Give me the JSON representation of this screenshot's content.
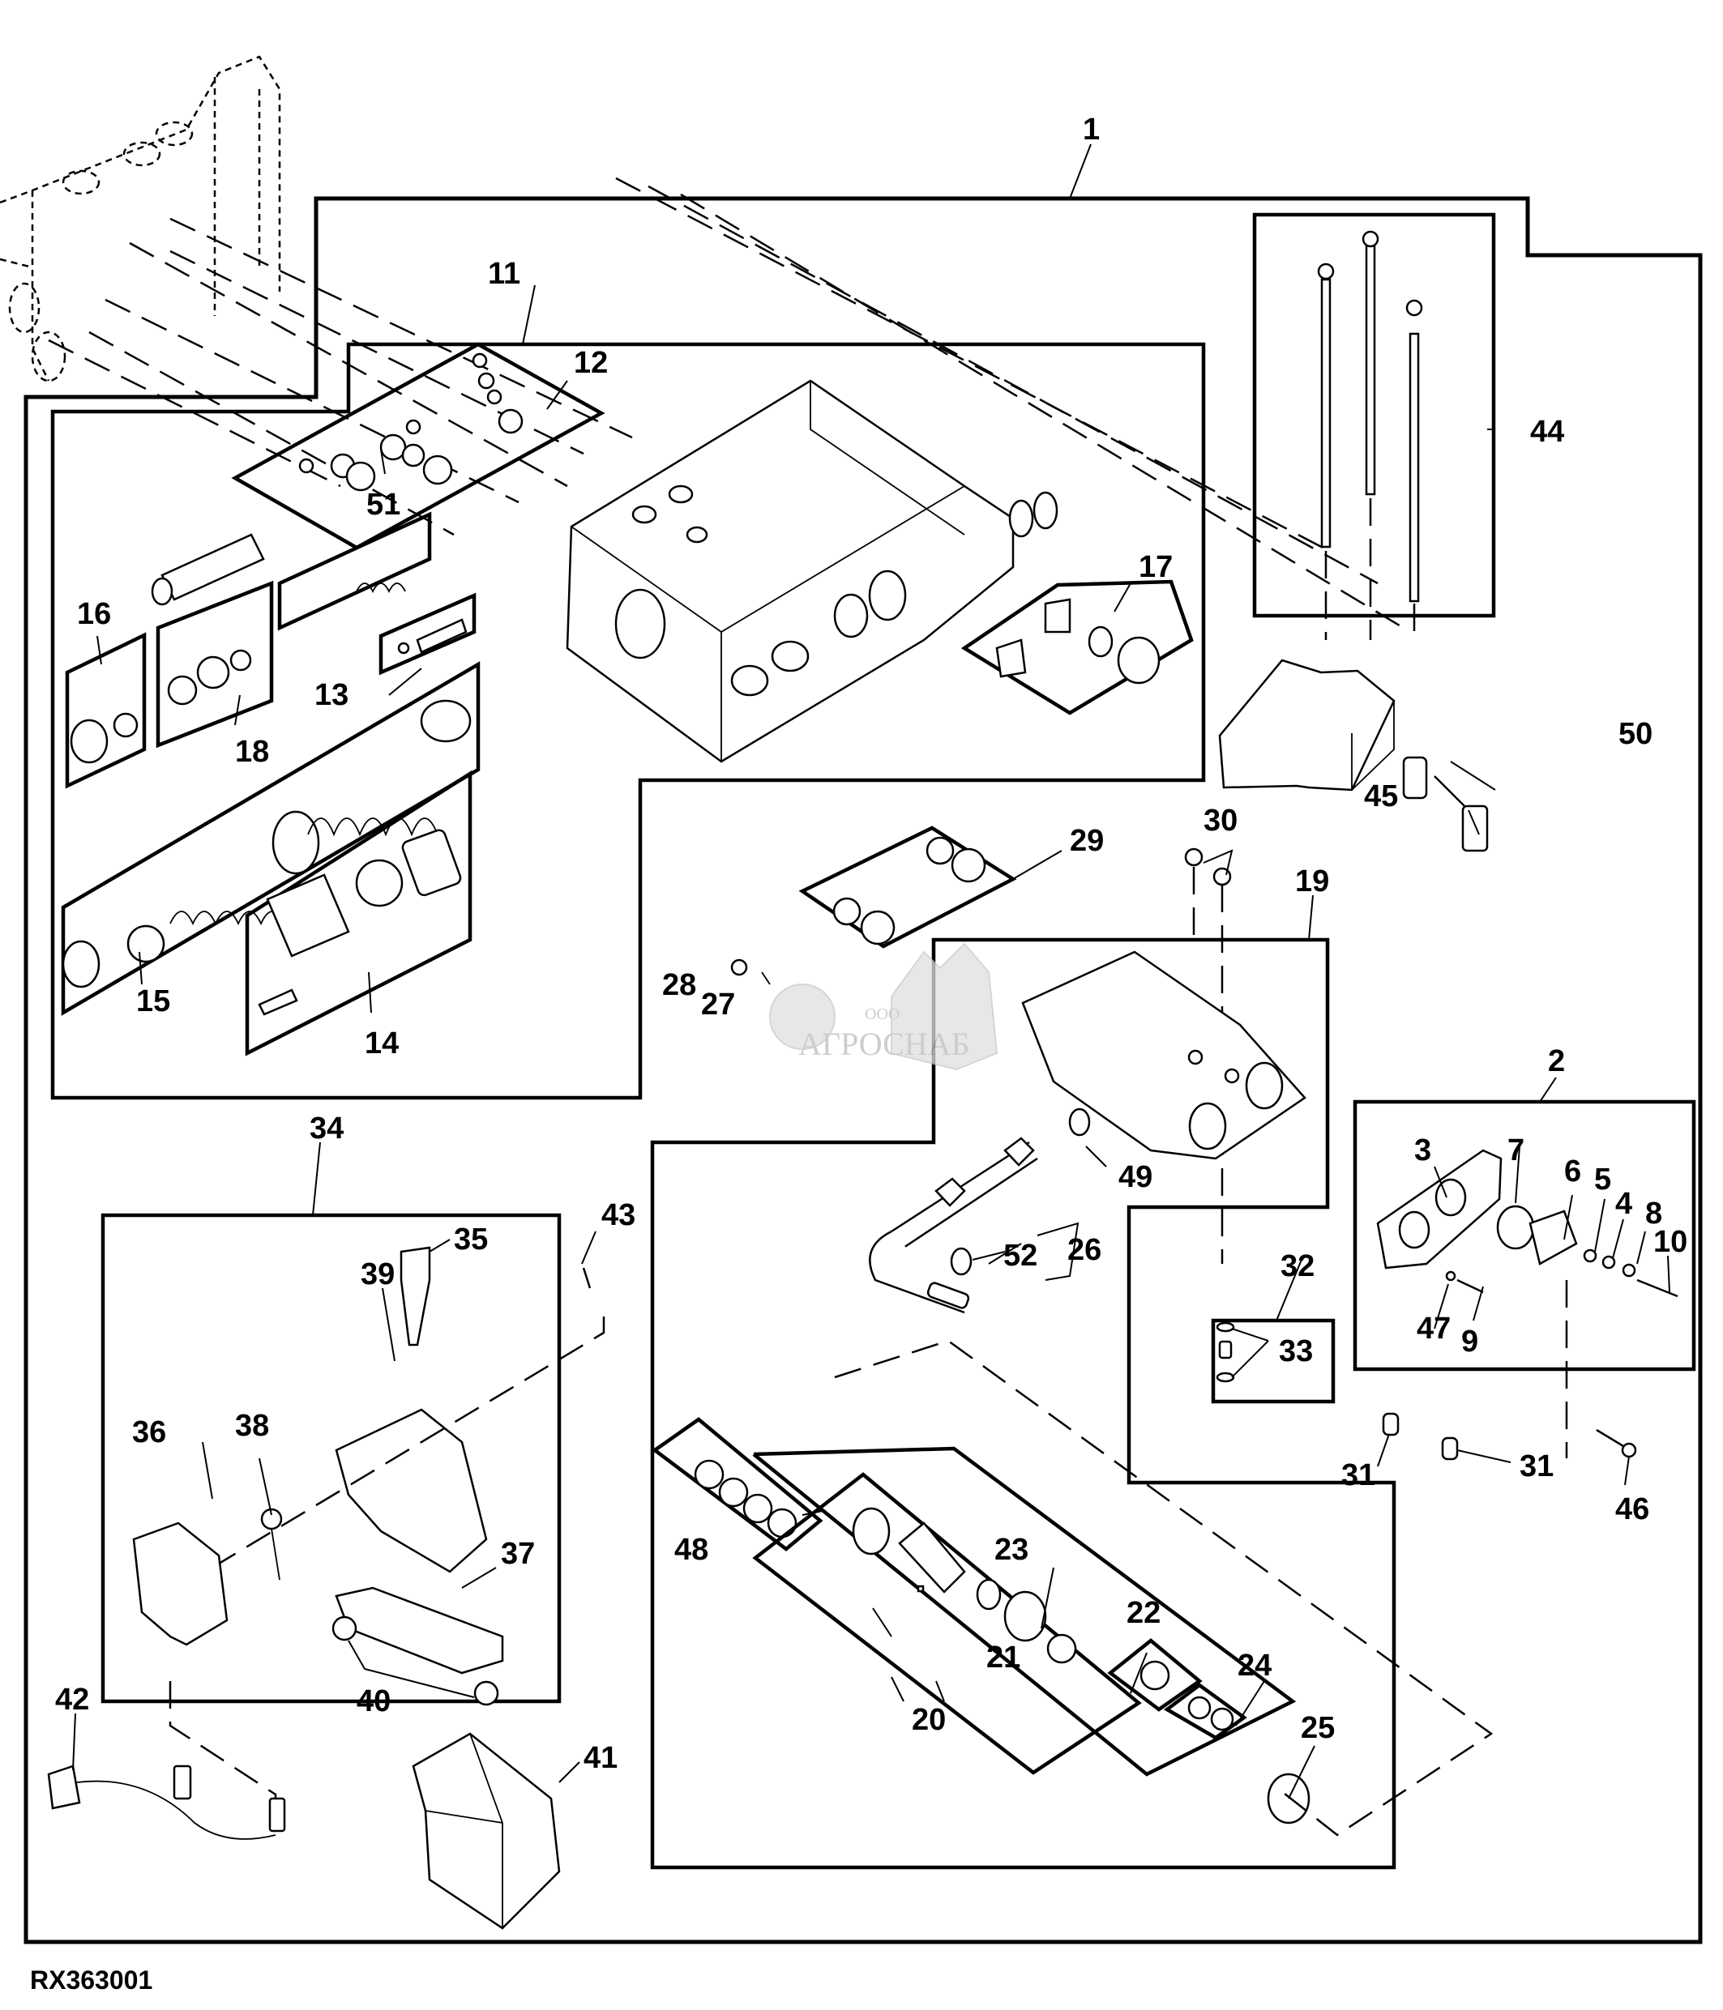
{
  "figure": {
    "id": "RX363001",
    "type": "exploded parts diagram",
    "subject": "hydraulic selective control valve assembly"
  },
  "watermark": {
    "prefix": "ООО",
    "name": "АГРОСНАБ"
  },
  "callouts": [
    {
      "num": "1"
    },
    {
      "num": "2"
    },
    {
      "num": "3"
    },
    {
      "num": "4"
    },
    {
      "num": "5"
    },
    {
      "num": "6"
    },
    {
      "num": "7"
    },
    {
      "num": "8"
    },
    {
      "num": "9"
    },
    {
      "num": "10"
    },
    {
      "num": "11"
    },
    {
      "num": "12"
    },
    {
      "num": "13"
    },
    {
      "num": "14"
    },
    {
      "num": "15"
    },
    {
      "num": "16"
    },
    {
      "num": "17"
    },
    {
      "num": "18"
    },
    {
      "num": "19"
    },
    {
      "num": "20"
    },
    {
      "num": "21"
    },
    {
      "num": "22"
    },
    {
      "num": "23"
    },
    {
      "num": "24"
    },
    {
      "num": "25"
    },
    {
      "num": "26"
    },
    {
      "num": "27"
    },
    {
      "num": "28"
    },
    {
      "num": "29"
    },
    {
      "num": "30"
    },
    {
      "num": "31"
    },
    {
      "num": "31"
    },
    {
      "num": "32"
    },
    {
      "num": "33"
    },
    {
      "num": "34"
    },
    {
      "num": "35"
    },
    {
      "num": "36"
    },
    {
      "num": "37"
    },
    {
      "num": "38"
    },
    {
      "num": "39"
    },
    {
      "num": "40"
    },
    {
      "num": "41"
    },
    {
      "num": "42"
    },
    {
      "num": "43"
    },
    {
      "num": "44"
    },
    {
      "num": "45"
    },
    {
      "num": "46"
    },
    {
      "num": "47"
    },
    {
      "num": "48"
    },
    {
      "num": "49"
    },
    {
      "num": "50"
    },
    {
      "num": "51"
    },
    {
      "num": "52"
    }
  ]
}
